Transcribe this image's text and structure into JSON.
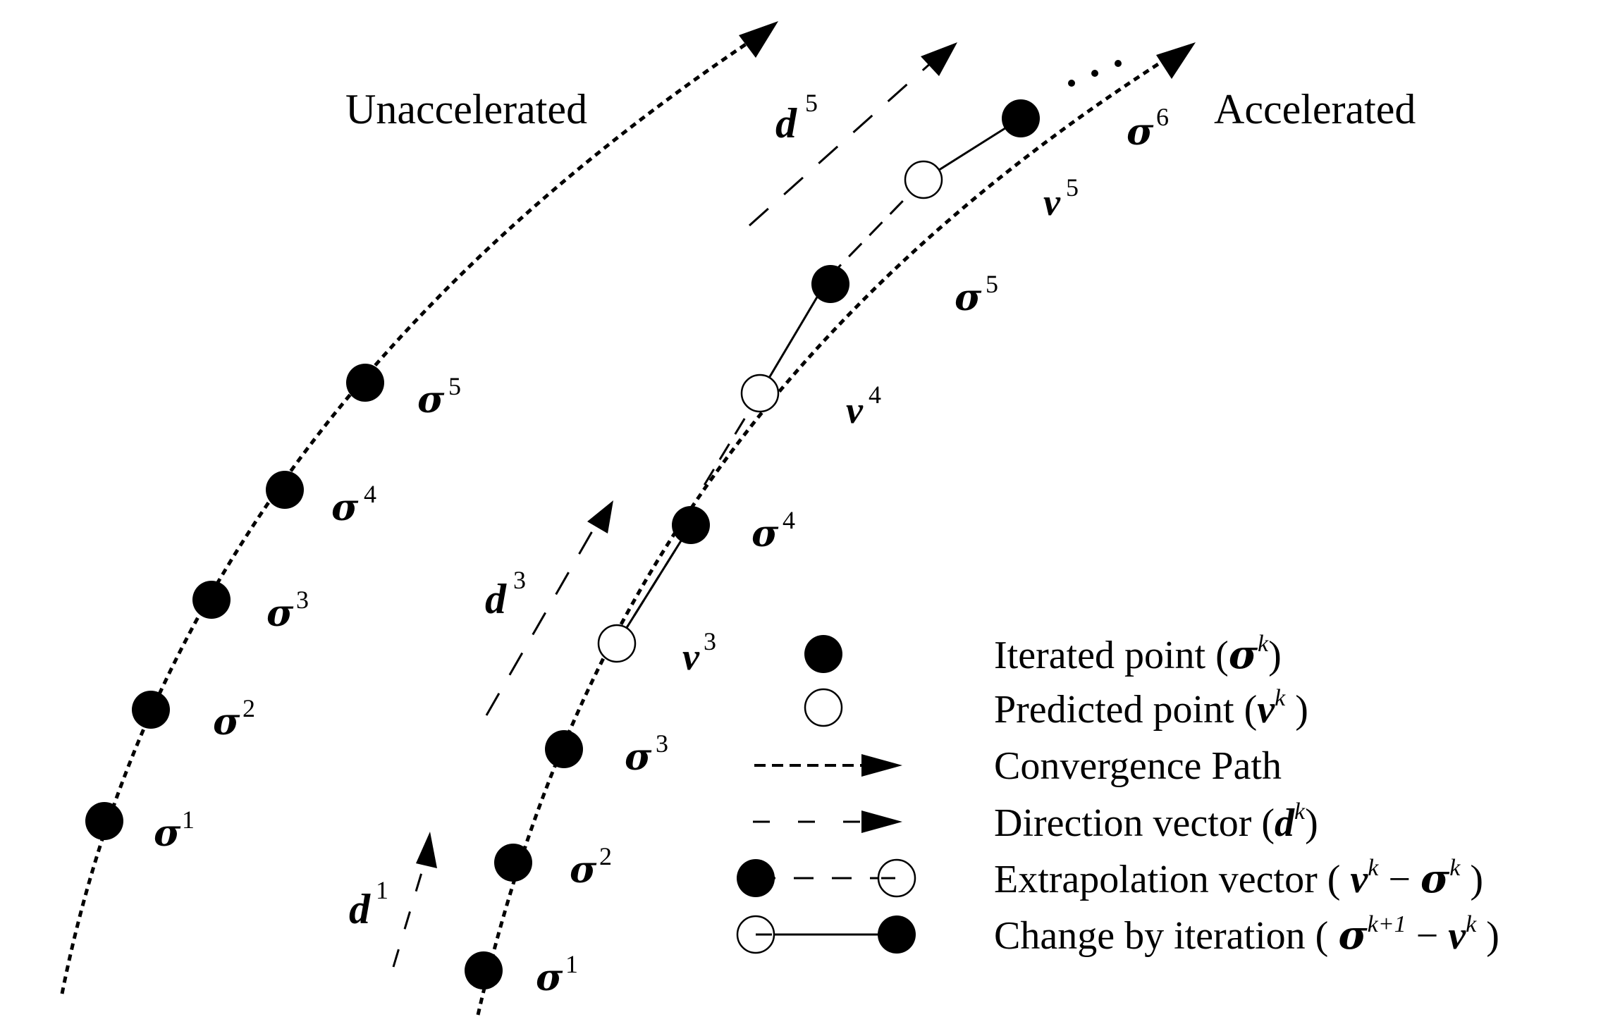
{
  "titles": {
    "left": "Unaccelerated",
    "right": "Accelerated"
  },
  "symbols": {
    "sigma": "σ",
    "v": "v",
    "d": "d"
  },
  "unaccelerated": {
    "points": [
      {
        "base": "σ",
        "sup": "1"
      },
      {
        "base": "σ",
        "sup": "2"
      },
      {
        "base": "σ",
        "sup": "3"
      },
      {
        "base": "σ",
        "sup": "4"
      },
      {
        "base": "σ",
        "sup": "5"
      }
    ]
  },
  "accelerated": {
    "iterated": [
      {
        "base": "σ",
        "sup": "1"
      },
      {
        "base": "σ",
        "sup": "2"
      },
      {
        "base": "σ",
        "sup": "3"
      },
      {
        "base": "σ",
        "sup": "4"
      },
      {
        "base": "σ",
        "sup": "5"
      },
      {
        "base": "σ",
        "sup": "6"
      }
    ],
    "predicted": [
      {
        "base": "v",
        "sup": "3"
      },
      {
        "base": "v",
        "sup": "4"
      },
      {
        "base": "v",
        "sup": "5"
      }
    ],
    "directions": [
      {
        "base": "d",
        "sup": "1"
      },
      {
        "base": "d",
        "sup": "3"
      },
      {
        "base": "d",
        "sup": "5"
      }
    ],
    "ellipsis": "..."
  },
  "legend": {
    "iterated": {
      "text": "Iterated point (",
      "sym": "σ",
      "sup": "k",
      "close": ")"
    },
    "predicted": {
      "text": "Predicted point (",
      "sym": "v",
      "sup": "k",
      "close": " )"
    },
    "path": {
      "text": "Convergence Path"
    },
    "direction": {
      "text": "Direction vector  (",
      "sym": "d",
      "sup": "k",
      "close": ")"
    },
    "extrapolation": {
      "text": "Extrapolation  vector  ( ",
      "sym1": "v",
      "sup1": "k",
      "op": " − ",
      "sym2": "σ",
      "sup2": "k",
      "close": " )"
    },
    "change": {
      "text": "Change by iteration  ( ",
      "sym1": "σ",
      "sup1": "k+1",
      "op": " − ",
      "sym2": "v",
      "sup2": "k",
      "close": " )"
    }
  }
}
